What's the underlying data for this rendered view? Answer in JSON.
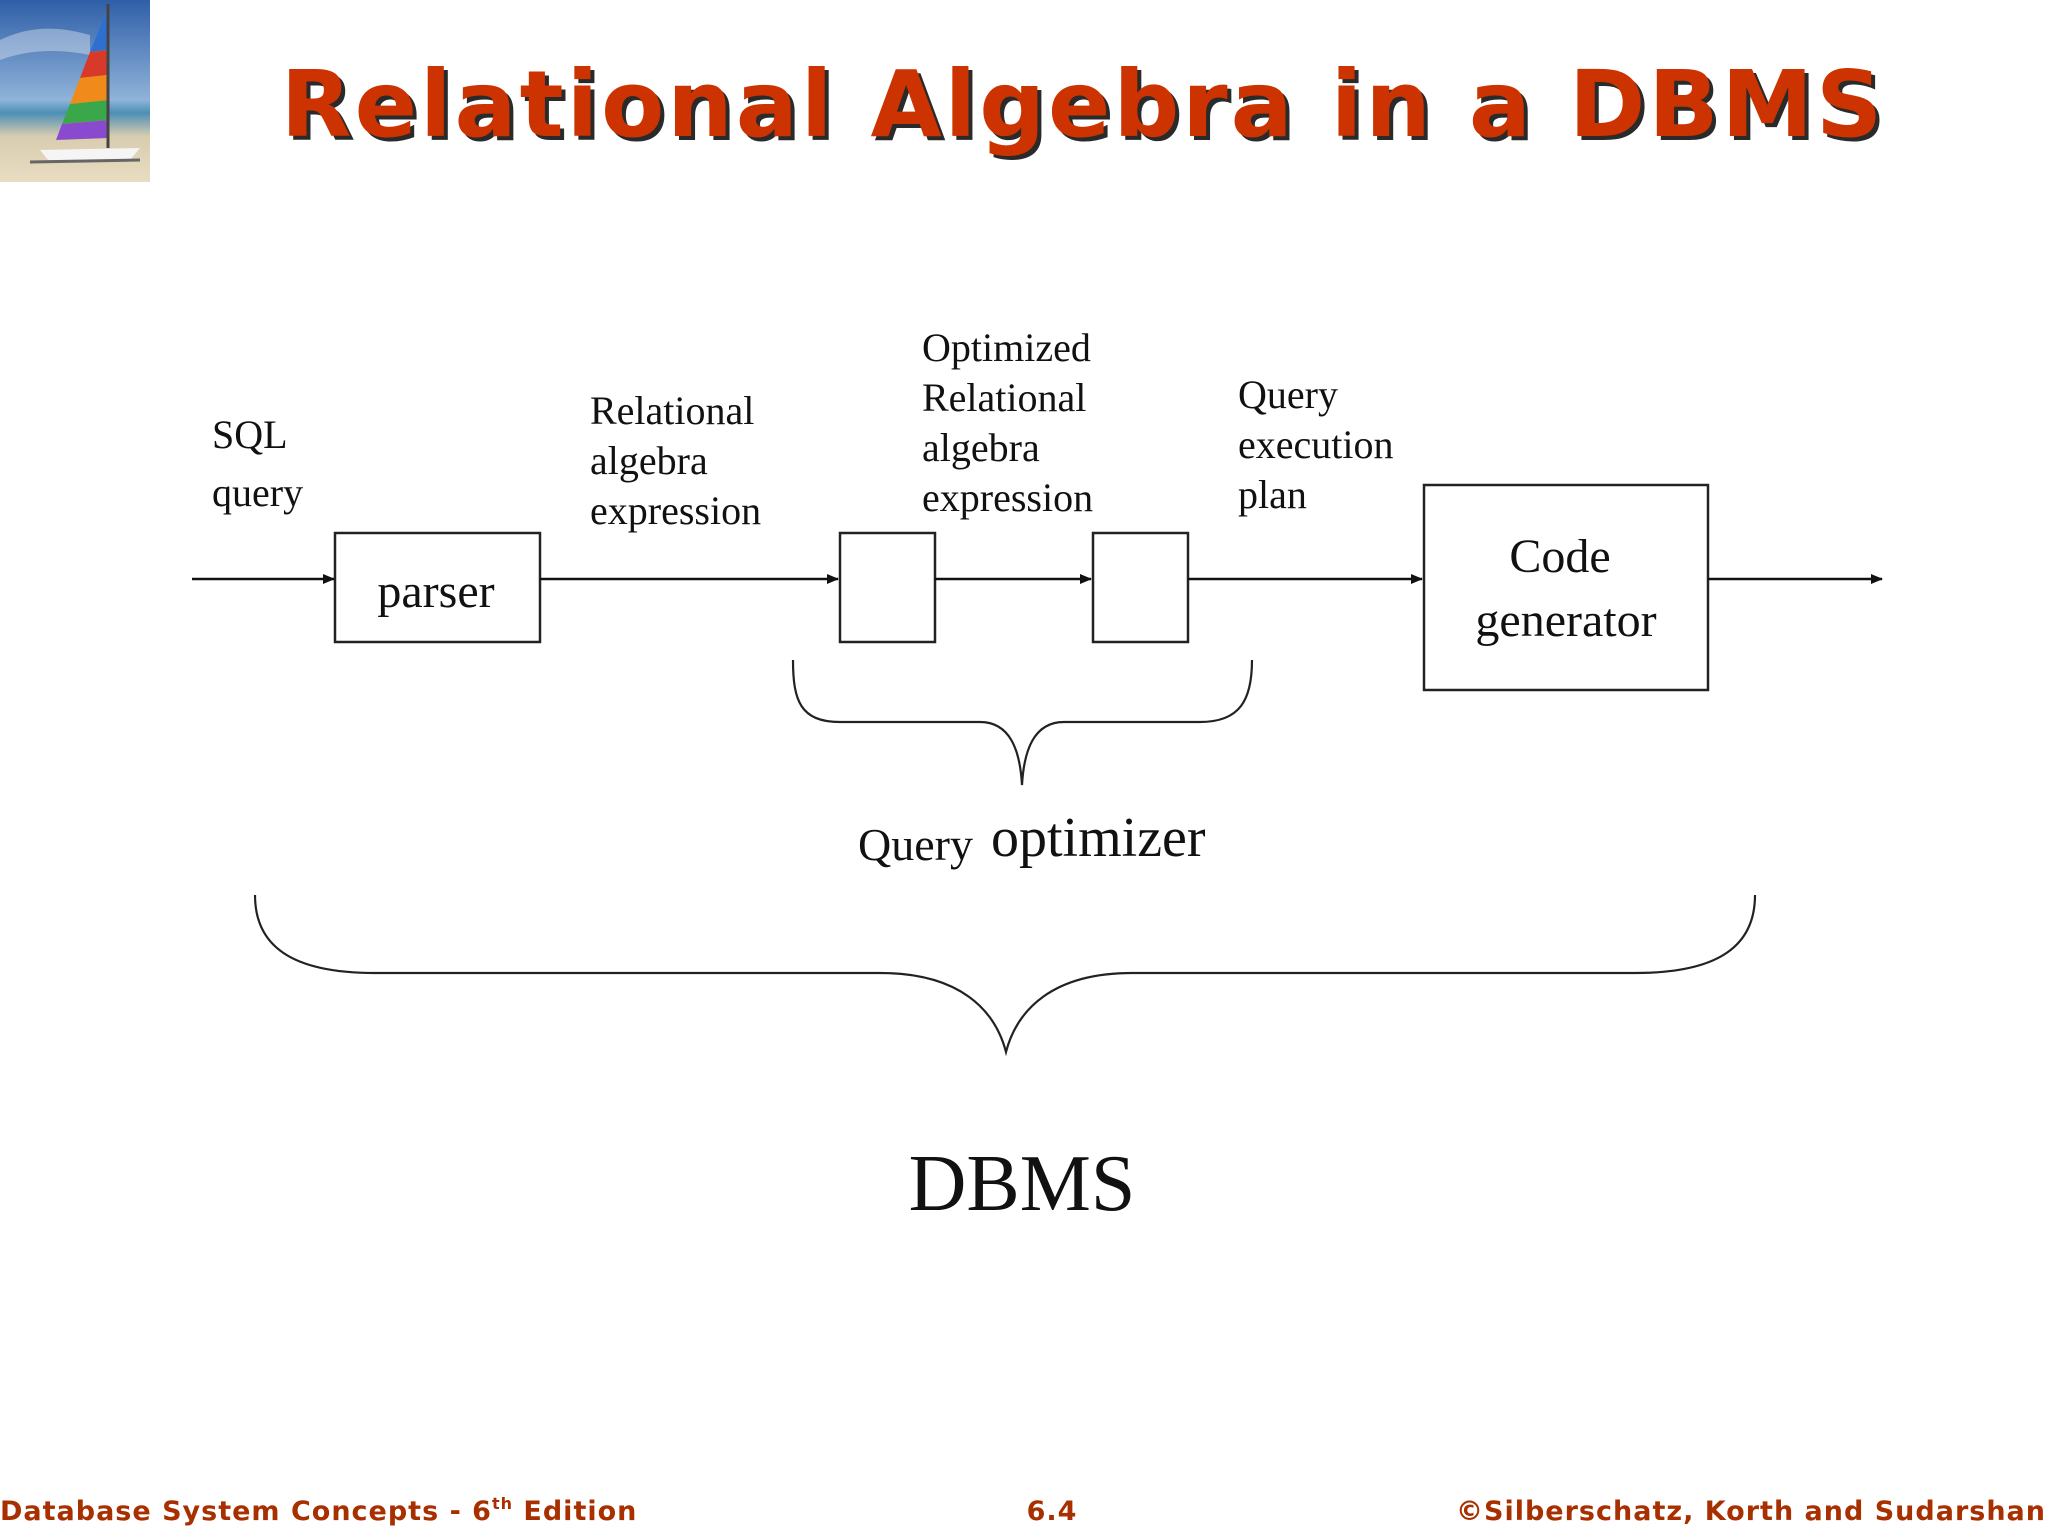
{
  "title": "Relational Algebra in a DBMS",
  "diagram": {
    "input_label": [
      "SQL",
      "query"
    ],
    "parser_label": "parser",
    "ra_expression_label": [
      "Relational",
      "algebra",
      "expression"
    ],
    "optimized_label": [
      "Optimized",
      "Relational",
      "algebra",
      "expression"
    ],
    "plan_label": [
      "Query",
      "execution",
      "plan"
    ],
    "code_generator_label": [
      "Code",
      "generator"
    ],
    "optimizer_label_small": "Query",
    "optimizer_label_big": "optimizer",
    "dbms_label": "DBMS"
  },
  "footer": {
    "left_main": "Database System Concepts - 6",
    "left_sup": "th",
    "left_tail": " Edition",
    "center": "6.4",
    "right": "©Silberschatz, Korth and Sudarshan"
  },
  "colors": {
    "title": "#cc3300",
    "footer": "#a83000"
  }
}
